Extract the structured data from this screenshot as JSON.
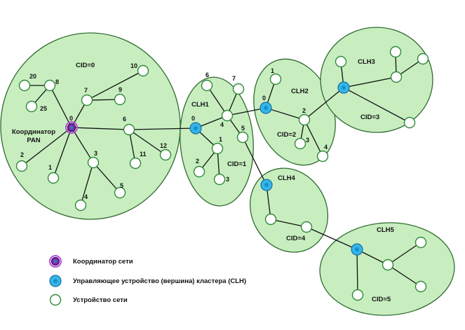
{
  "clusters": [
    {
      "cid_label": "CID=0"
    },
    {
      "clh_label": "CLH1",
      "cid_label": "CID=1"
    },
    {
      "clh_label": "CLH2",
      "cid_label": "CID=2"
    },
    {
      "clh_label": "CLH3",
      "cid_label": "CID=3"
    },
    {
      "clh_label": "CLH4",
      "cid_label": "CID=4"
    },
    {
      "clh_label": "CLH5",
      "cid_label": "CID=5"
    }
  ],
  "coordinator": {
    "line1": "Координатор",
    "line2": "PAN"
  },
  "node_ids": {
    "c0": [
      "0",
      "2",
      "1",
      "3",
      "4",
      "5",
      "6",
      "11",
      "12",
      "7",
      "9",
      "10",
      "8",
      "20",
      "25"
    ],
    "c1": [
      "0",
      "1",
      "2",
      "3",
      "4",
      "5",
      "6",
      "7"
    ],
    "c2": [
      "0",
      "1",
      "2",
      "3",
      "4"
    ]
  },
  "legend": {
    "coordinator": "Координатор сети",
    "clh": "Управляющее устройство (вершина) кластера (CLH)",
    "device": "Устройство сети"
  },
  "colors": {
    "cluster_fill": "#c8eec0",
    "device_stroke": "#2f8a3a",
    "clh_fill": "#33b6ea",
    "coordinator_fill": "#7f2bb0"
  }
}
